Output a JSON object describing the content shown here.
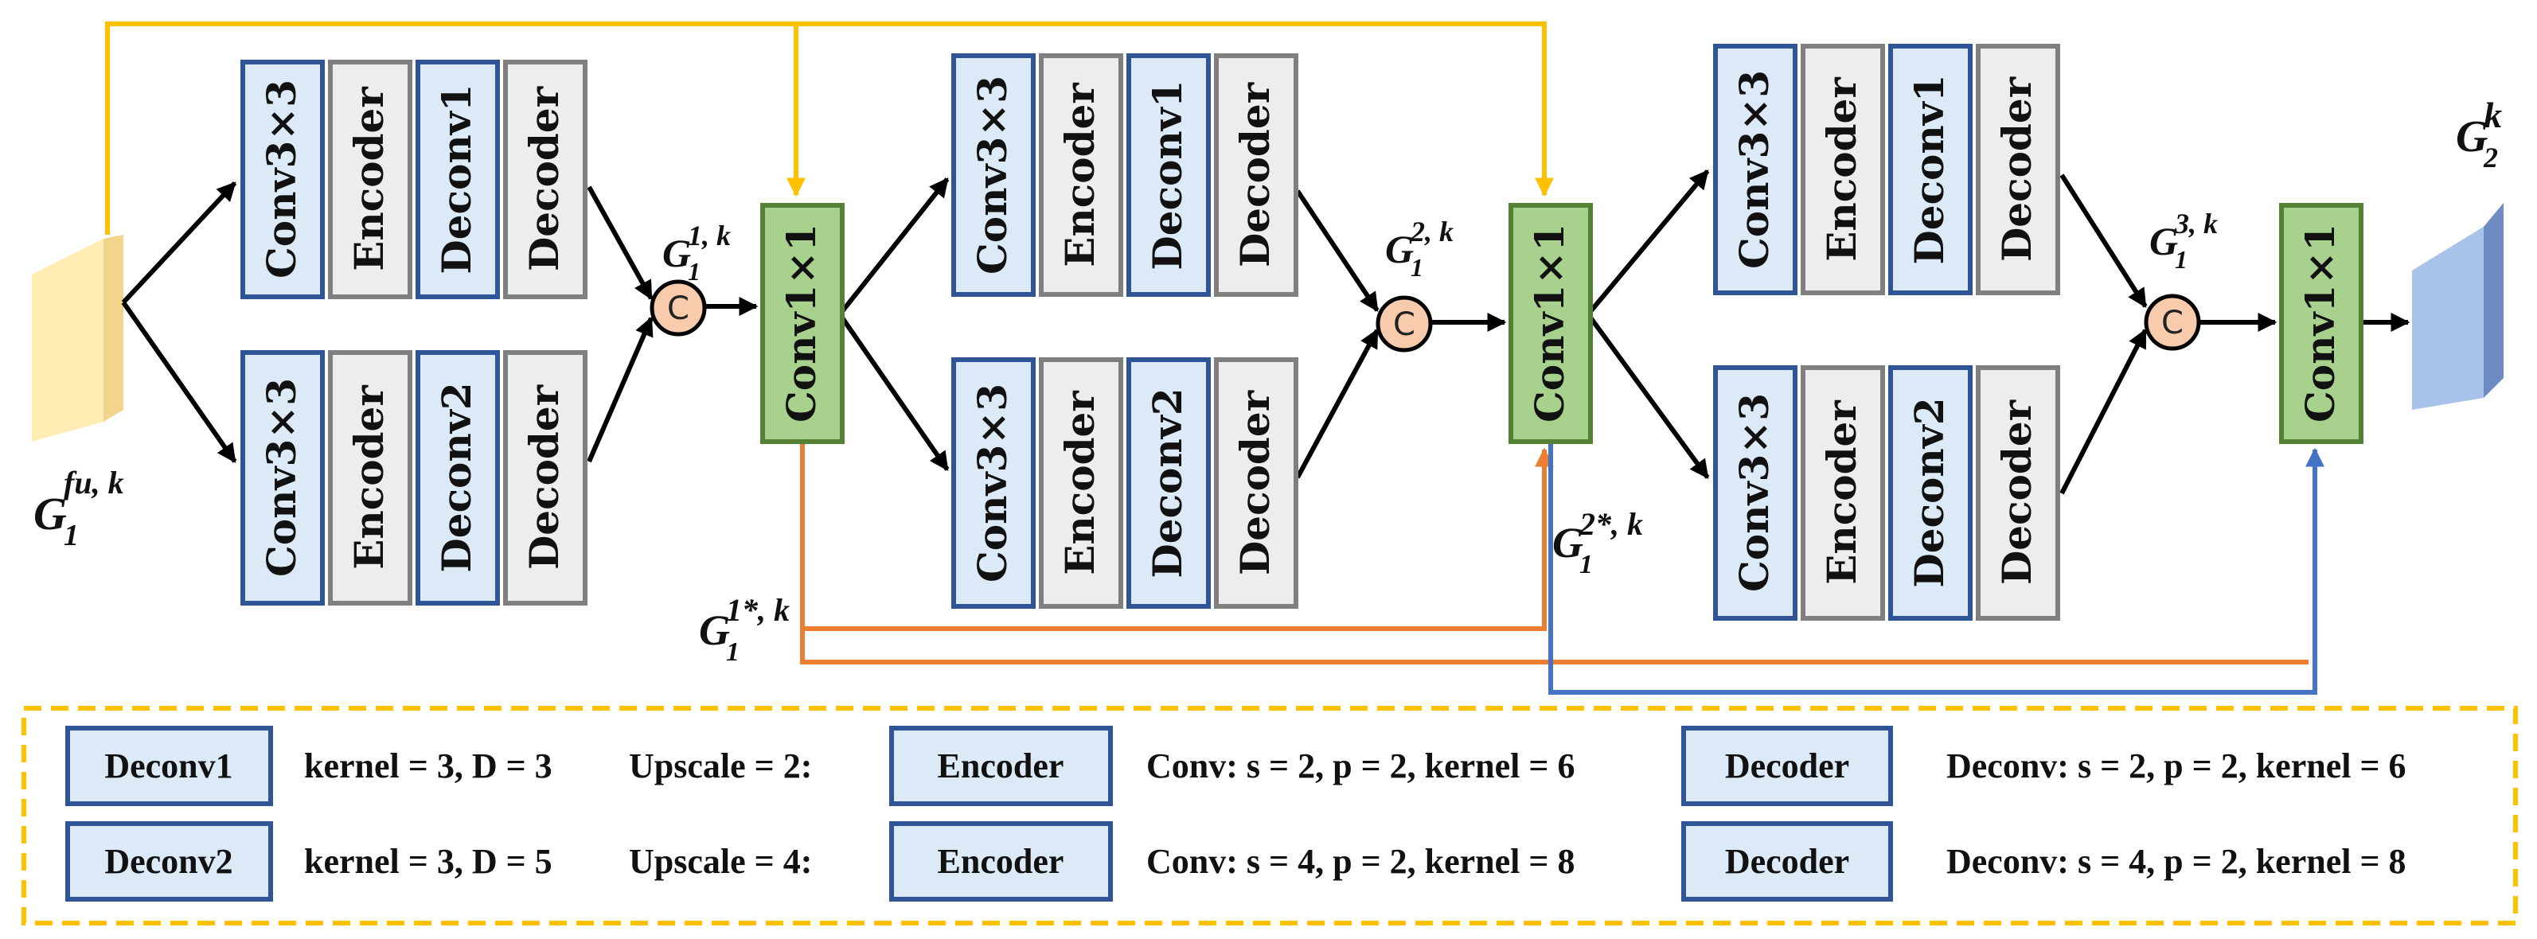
{
  "blocks": {
    "conv3": "Conv3×3",
    "encoder": "Encoder",
    "deconv1": "Deconv1",
    "deconv2": "Deconv2",
    "decoder": "Decoder",
    "conv1": "Conv1×1",
    "concat": "C"
  },
  "labels": {
    "input": {
      "main": "G",
      "sub": "1",
      "sup": "fu, k"
    },
    "g1_1k": {
      "main": "G",
      "sub": "1",
      "sup": "1, k"
    },
    "g1_2k": {
      "main": "G",
      "sub": "1",
      "sup": "2, k"
    },
    "g1_3k": {
      "main": "G",
      "sub": "1",
      "sup": "3, k"
    },
    "g1_1sk": {
      "main": "G",
      "sub": "1",
      "sup": "1*, k"
    },
    "g1_2sk": {
      "main": "G",
      "sub": "1",
      "sup": "2*, k"
    },
    "output": {
      "main": "G",
      "sub": "2",
      "sup": "k"
    }
  },
  "legend": {
    "row1": {
      "box1": "Deconv1",
      "text1": "kernel = 3, D = 3",
      "upscale": "Upscale = 2:",
      "box2": "Encoder",
      "text2": "Conv: s = 2, p = 2, kernel = 6",
      "box3": "Decoder",
      "text3": "Deconv: s = 2, p = 2, kernel = 6"
    },
    "row2": {
      "box1": "Deconv2",
      "text1": "kernel = 3, D = 5",
      "upscale": "Upscale = 4:",
      "box2": "Encoder",
      "text2": "Conv: s = 4, p = 2, kernel = 8",
      "box3": "Decoder",
      "text3": "Deconv: s = 4, p = 2, kernel = 8"
    }
  },
  "colors": {
    "blue_fill": "#DCE9F7",
    "blue_border": "#2F5597",
    "gray_fill": "#EDEDED",
    "gray_border": "#7F7F7F",
    "green_fill": "#A9D18E",
    "green_border": "#548235",
    "concat_fill": "#F8CBAD",
    "yellow_line": "#FFC000",
    "orange_line": "#ED7D31",
    "blue_line": "#4472C4",
    "input_cube": "#FFE699",
    "output_cube": "#8FAADC"
  }
}
